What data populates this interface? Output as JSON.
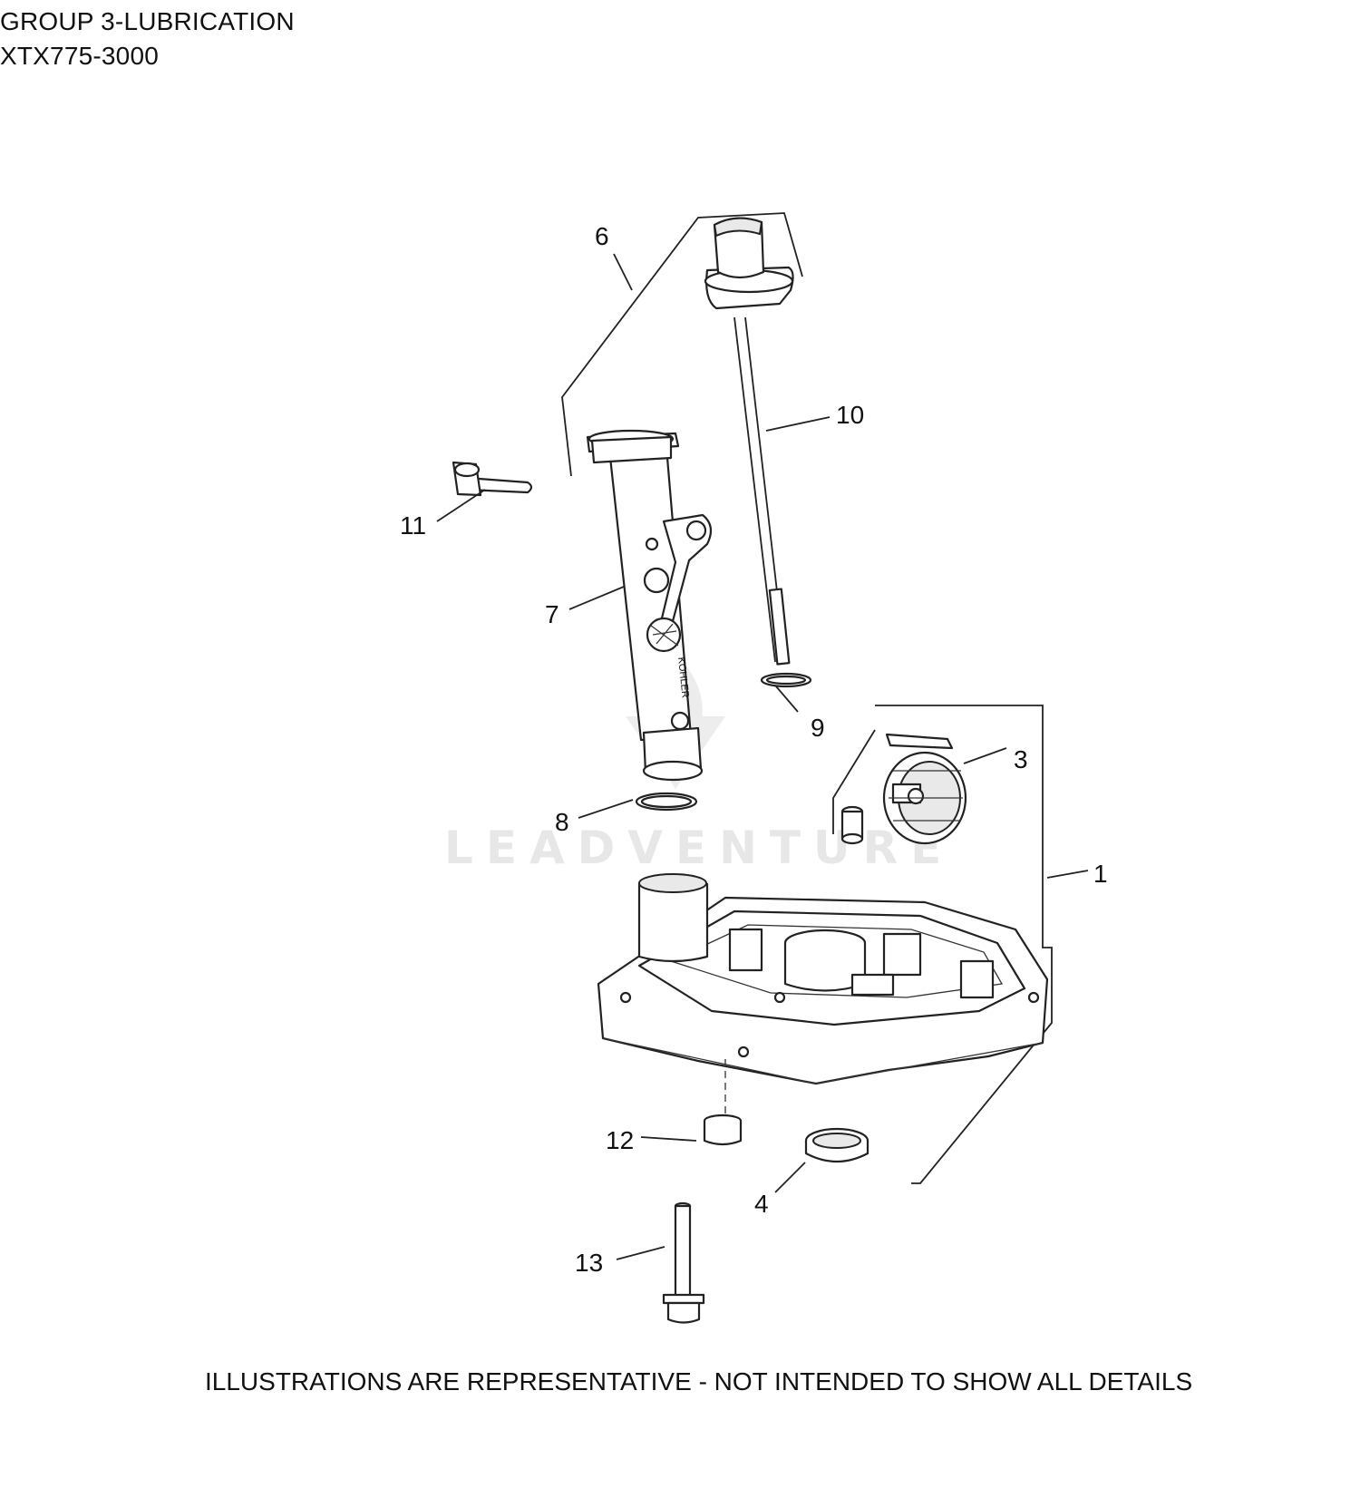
{
  "header": {
    "title": "GROUP 3-LUBRICATION",
    "model": "XTX775-3000"
  },
  "footer": {
    "note": "ILLUSTRATIONS ARE REPRESENTATIVE - NOT INTENDED TO SHOW ALL DETAILS"
  },
  "watermark": {
    "text": "LEADVENTURE"
  },
  "callouts": {
    "c1": "1",
    "c3": "3",
    "c4": "4",
    "c6": "6",
    "c7": "7",
    "c8": "8",
    "c9": "9",
    "c10": "10",
    "c11": "11",
    "c12": "12",
    "c13": "13"
  },
  "tube_marking": "KOHLER"
}
